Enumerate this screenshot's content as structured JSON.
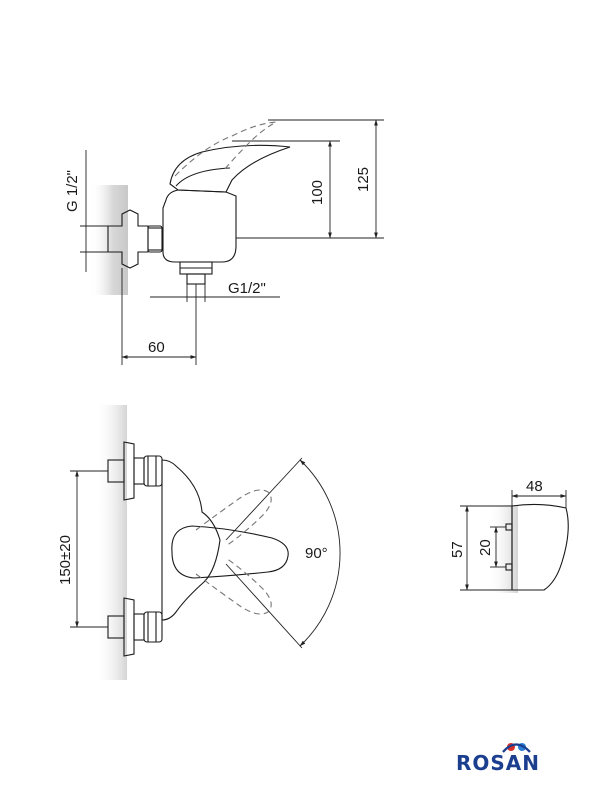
{
  "dimensions": {
    "side_view": {
      "inlet_thread": "G 1/2\"",
      "outlet_thread": "G1/2\"",
      "handle_height": "100",
      "total_height": "125",
      "depth": "60"
    },
    "front_view": {
      "spacing": "150±20",
      "rotation_angle": "90°"
    },
    "detail_view": {
      "width": "48",
      "height": "57",
      "pin_spacing": "20"
    }
  },
  "brand": {
    "name": "ROSAN",
    "colors": {
      "primary": "#1b3e8f",
      "accent_red": "#d8312c",
      "accent_blue": "#2a7fd4"
    }
  }
}
